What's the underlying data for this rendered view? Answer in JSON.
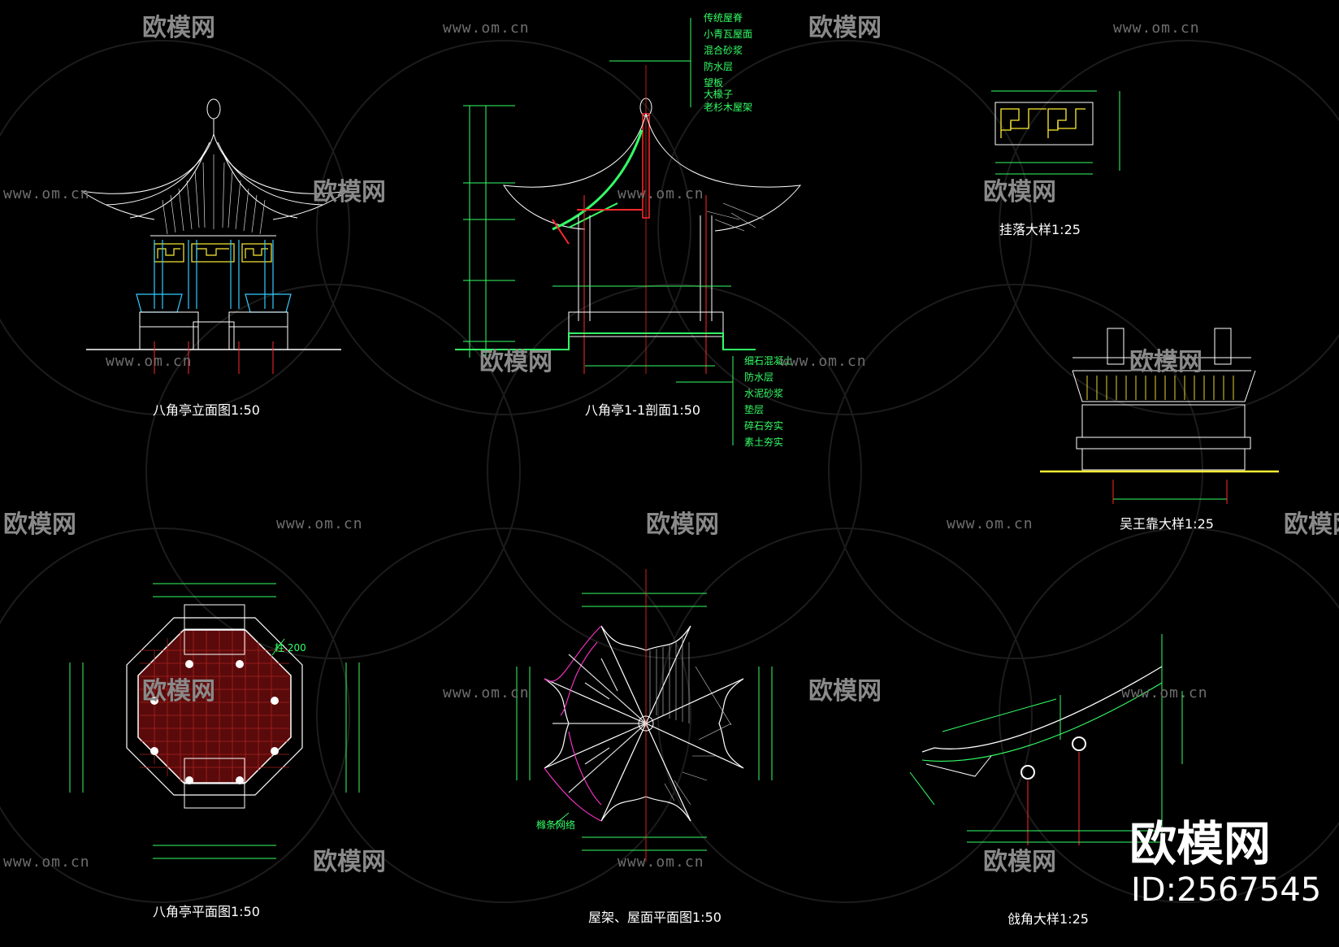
{
  "captions": {
    "elevation": "八角亭立面图1:50",
    "section": "八角亭1-1剖面1:50",
    "hanging": "挂落大样1:25",
    "bench": "吴王靠大样1:25",
    "plan": "八角亭平面图1:50",
    "roof_plan": "屋架、屋面平面图1:50",
    "corner": "戗角大样1:25"
  },
  "roof_notes": [
    "传统屋脊",
    "小青瓦屋面",
    "混合砂浆",
    "防水层",
    "望板",
    "大椽子",
    "老杉木屋架"
  ],
  "floor_notes": [
    "细石混凝土",
    "防水层",
    "水泥砂浆",
    "垫层",
    "碎石夯实",
    "素土夯实"
  ],
  "plan_notes": {
    "columns": "柱 200",
    "roof_frame": "橼条网络"
  },
  "watermark": {
    "url": "www.om.cn",
    "logo": "欧模网"
  },
  "brand": {
    "name": "欧模网",
    "id": "ID:2567545"
  },
  "colors": {
    "background": "#000000",
    "line_white": "#ffffff",
    "line_green": "#33ff66",
    "line_red": "#ff2a2a",
    "line_yellow": "#ffee33",
    "line_cyan": "#33ccff",
    "line_magenta": "#ff33cc",
    "watermark": "#6e6e6e"
  }
}
